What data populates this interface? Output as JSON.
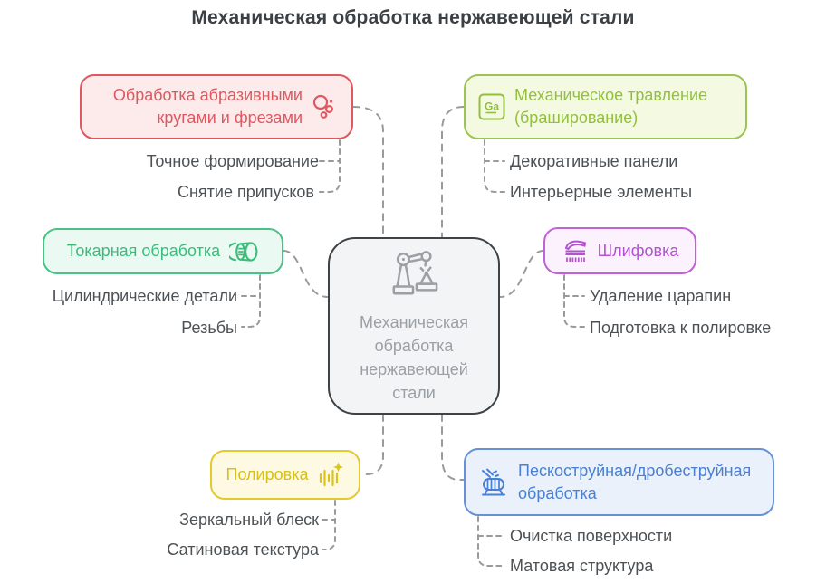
{
  "title": "Механическая обработка нержавеющей стали",
  "center": {
    "label": "Механическая обработка нержавеющей стали",
    "icon": "robot-arm-icon",
    "border_color": "#3f4346",
    "bg_color": "#f3f4f5",
    "text_color": "#9ba0a4"
  },
  "connector_color": "#9a9a9a",
  "branches": [
    {
      "id": "abrasive",
      "label": "Обработка абразивными кругами и фрезами",
      "icon": "bubbles-icon",
      "color": "#df5860",
      "bg": "#fcebea",
      "position": "top-left",
      "items": [
        "Точное формирование",
        "Снятие припусков"
      ]
    },
    {
      "id": "etching",
      "label": "Механическое травление (браширование)",
      "icon": "chemical-element-icon",
      "icon_text": "Ga",
      "color": "#93bf3e",
      "bg": "#f4fae1",
      "position": "top-right",
      "items": [
        "Декоративные панели",
        "Интерьерные элементы"
      ]
    },
    {
      "id": "turning",
      "label": "Токарная обработка",
      "icon": "cylinder-icon",
      "color": "#3abc7a",
      "bg": "#eafaf2",
      "position": "middle-left",
      "items": [
        "Цилиндрические детали",
        "Резьбы"
      ]
    },
    {
      "id": "grinding",
      "label": "Шлифовка",
      "icon": "brush-icon",
      "color": "#b351cf",
      "bg": "#fbf2fe",
      "position": "middle-right",
      "items": [
        "Удаление царапин",
        "Подготовка к полировке"
      ]
    },
    {
      "id": "polishing",
      "label": "Полировка",
      "icon": "shine-icon",
      "color": "#d7bf1d",
      "bg": "#fdf9e2",
      "position": "bottom-left",
      "items": [
        "Зеркальный блеск",
        "Сатиновая текстура"
      ]
    },
    {
      "id": "blasting",
      "label": "Пескоструйная/дробеструйная обработка",
      "icon": "blast-machine-icon",
      "color": "#4a80d2",
      "bg": "#ebf1fb",
      "position": "bottom-right",
      "items": [
        "Очистка поверхности",
        "Матовая структура"
      ]
    }
  ]
}
